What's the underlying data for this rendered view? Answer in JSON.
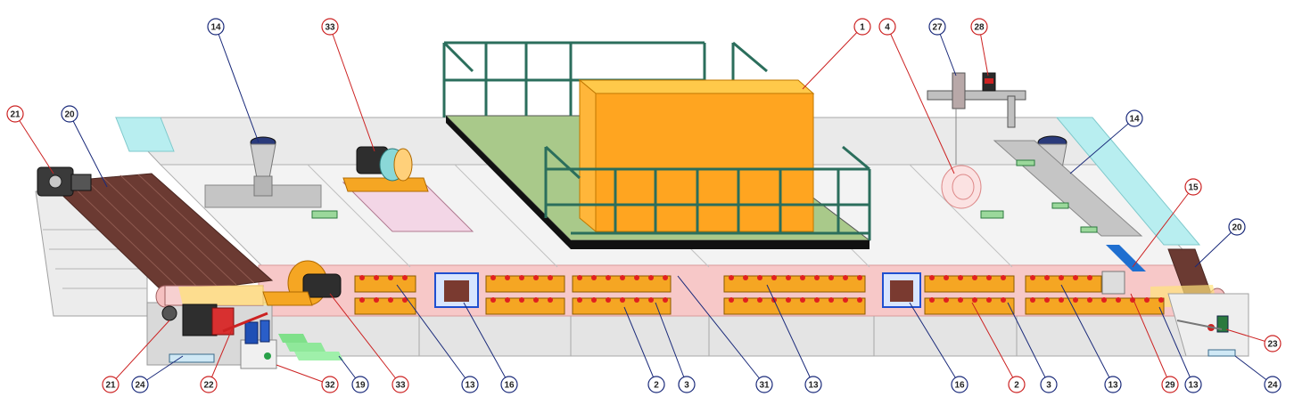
{
  "colors": {
    "blue_callout": "#1a2a7a",
    "red_callout": "#cc2222",
    "housing": "#e8e8e8",
    "housing_line": "#a8a8a8",
    "belt": "#6b3a32",
    "heater": "#f5a623",
    "element": "#e02020",
    "railing": "#2b6e5c",
    "platform": "#a9c98a",
    "block": "#ffb020",
    "glass": "#b8eef0",
    "pink": "#f7c8c8"
  },
  "callouts": [
    {
      "label": "21",
      "tone": "red"
    },
    {
      "label": "20",
      "tone": "blue"
    },
    {
      "label": "14",
      "tone": "blue"
    },
    {
      "label": "33",
      "tone": "red"
    },
    {
      "label": "1",
      "tone": "red"
    },
    {
      "label": "4",
      "tone": "red"
    },
    {
      "label": "27",
      "tone": "blue"
    },
    {
      "label": "28",
      "tone": "red"
    },
    {
      "label": "14",
      "tone": "blue"
    },
    {
      "label": "15",
      "tone": "red"
    },
    {
      "label": "20",
      "tone": "blue"
    },
    {
      "label": "23",
      "tone": "red"
    },
    {
      "label": "24",
      "tone": "blue"
    },
    {
      "label": "13",
      "tone": "blue"
    },
    {
      "label": "29",
      "tone": "red"
    },
    {
      "label": "13",
      "tone": "blue"
    },
    {
      "label": "3",
      "tone": "blue"
    },
    {
      "label": "2",
      "tone": "red"
    },
    {
      "label": "16",
      "tone": "blue"
    },
    {
      "label": "13",
      "tone": "blue"
    },
    {
      "label": "31",
      "tone": "blue"
    },
    {
      "label": "3",
      "tone": "blue"
    },
    {
      "label": "2",
      "tone": "blue"
    },
    {
      "label": "16",
      "tone": "blue"
    },
    {
      "label": "13",
      "tone": "blue"
    },
    {
      "label": "33",
      "tone": "red"
    },
    {
      "label": "19",
      "tone": "blue"
    },
    {
      "label": "32",
      "tone": "red"
    },
    {
      "label": "22",
      "tone": "red"
    },
    {
      "label": "24",
      "tone": "blue"
    },
    {
      "label": "21",
      "tone": "red"
    }
  ]
}
